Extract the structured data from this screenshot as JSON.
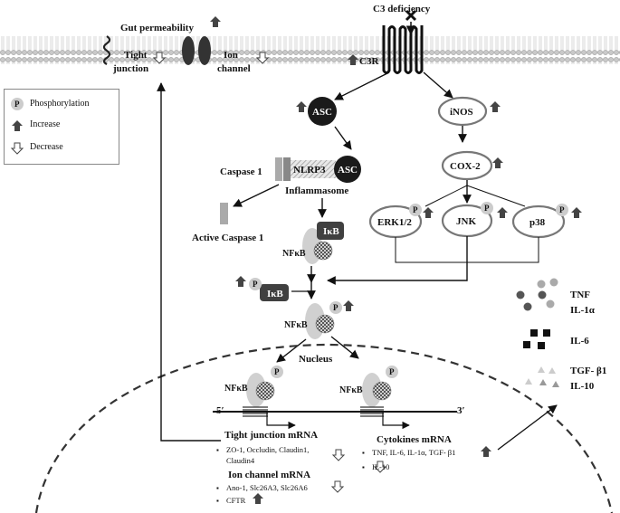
{
  "membrane": {
    "gut_permeability": "Gut permeability",
    "tight_junction": [
      "Tight",
      "junction"
    ],
    "ion_channel": [
      "Ion",
      "channel"
    ],
    "c3_deficiency": "C3 deficiency",
    "c3r": "C3R"
  },
  "legend": {
    "items": [
      {
        "symbol": "P",
        "label": "Phosphorylation"
      },
      {
        "symbol": "up-arrow",
        "label": "Increase"
      },
      {
        "symbol": "down-hollow-arrow",
        "label": "Decrease"
      }
    ]
  },
  "nodes": {
    "asc": "ASC",
    "inos": "iNOS",
    "cox2": "COX-2",
    "caspase1": "Caspase 1",
    "nlrp3": "NLRP3",
    "inflammasome": "Inflammasome",
    "active_caspase1": "Active Caspase 1",
    "ikb": "IκB",
    "nfkb": "NFκB",
    "erk": "ERK1/2",
    "jnk": "JNK",
    "p38": "p38",
    "p": "P",
    "nucleus": "Nucleus",
    "five_prime": "5′",
    "three_prime": "3′"
  },
  "cytokines": {
    "tnf": "TNF",
    "il1a": "IL-1α",
    "il6": "IL-6",
    "tgfb1": "TGF- β1",
    "il10": "IL-10"
  },
  "mrna": {
    "tight_title": "Tight junction mRNA",
    "tight_items": [
      "ZO-1, Occludin, Claudin1,",
      "Claudin4"
    ],
    "ion_title": "Ion channel mRNA",
    "ion_items": [
      "Ano-1, Slc26A3, Slc26A6",
      "CFTR"
    ],
    "cyto_title": "Cytokines mRNA",
    "cyto_items": [
      "TNF, IL-6, IL-1α, TGF- β1",
      "IL-10"
    ]
  }
}
